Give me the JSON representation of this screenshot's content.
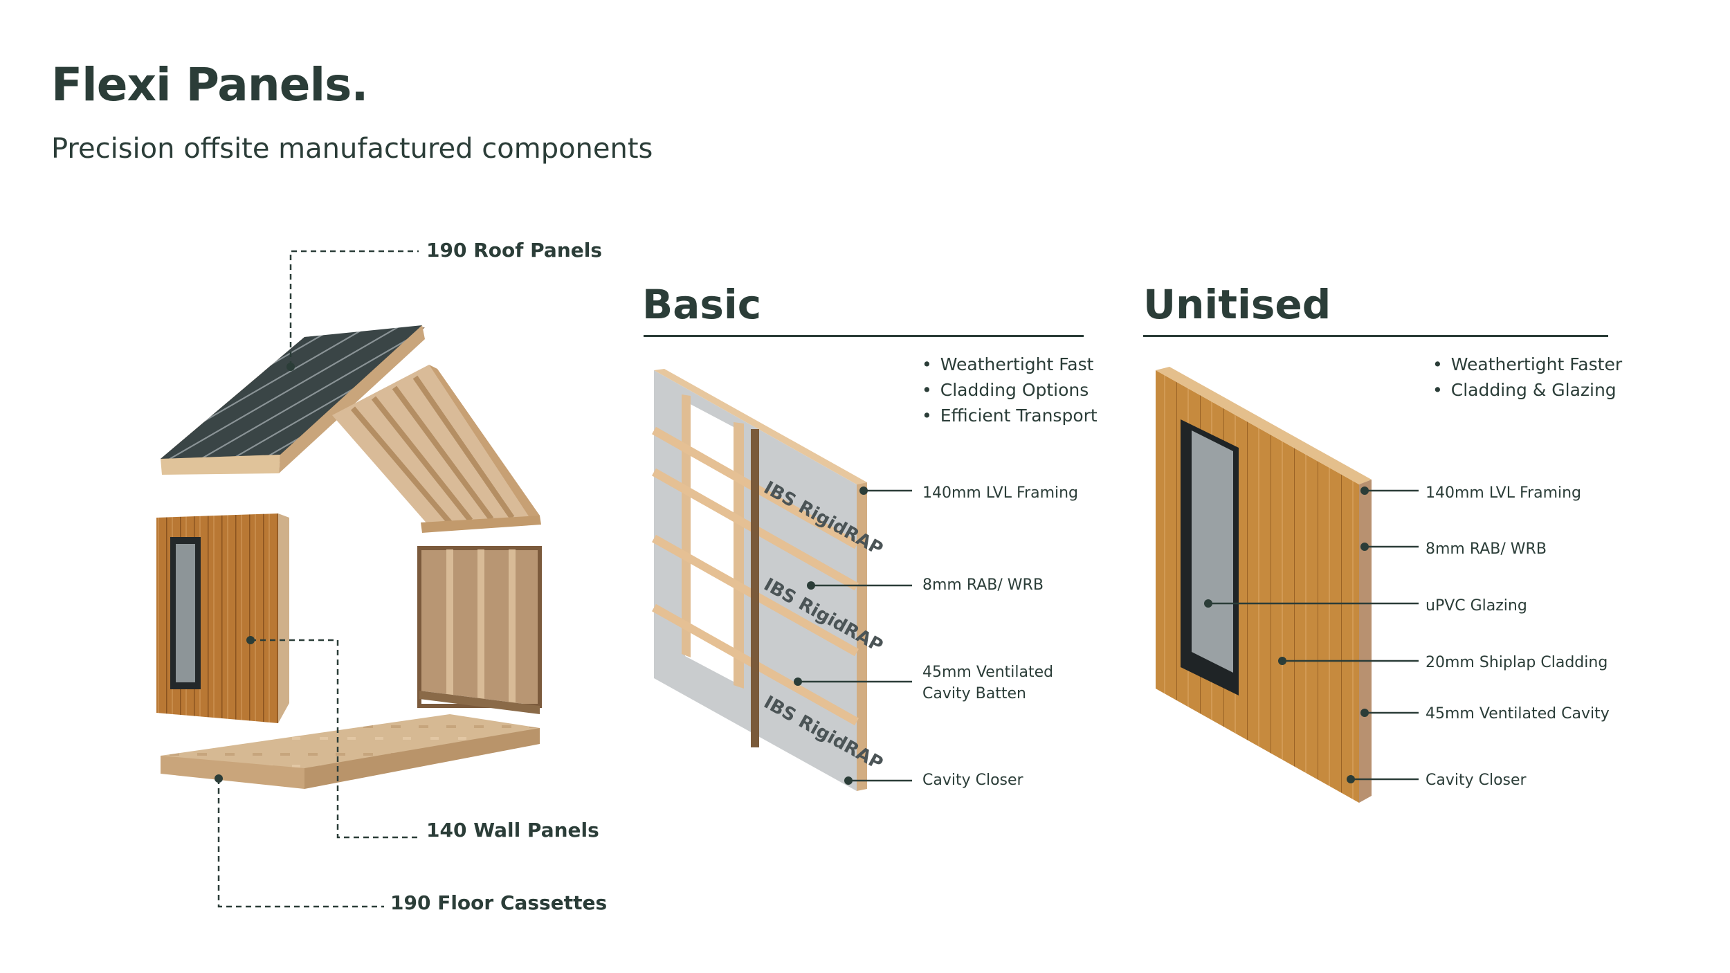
{
  "header": {
    "title": "Flexi Panels.",
    "subtitle": "Precision offsite manufactured components"
  },
  "exploded_house": {
    "callouts": {
      "roof": "190 Roof Panels",
      "wall": "140 Wall Panels",
      "floor": "190 Floor Cassettes"
    }
  },
  "basic": {
    "title": "Basic",
    "bullets": [
      "Weathertight Fast",
      "Cladding Options",
      "Efficient Transport"
    ],
    "labels": [
      "140mm LVL Framing",
      "8mm RAB/ WRB",
      "45mm Ventilated",
      "Cavity Batten",
      "Cavity Closer"
    ],
    "membrane_print": "IBS RigidRAP"
  },
  "unitised": {
    "title": "Unitised",
    "bullets": [
      "Weathertight Faster",
      "Cladding & Glazing"
    ],
    "labels": [
      "140mm LVL Framing",
      "8mm RAB/ WRB",
      "uPVC Glazing",
      "20mm Shiplap Cladding",
      "45mm Ventilated Cavity",
      "Cavity Closer"
    ]
  },
  "colors": {
    "text": "#2b3d38",
    "wood": "#d9b48a",
    "cladding": "#b97834",
    "membrane": "#c9ccce",
    "roof_shingle": "#3a4546"
  }
}
